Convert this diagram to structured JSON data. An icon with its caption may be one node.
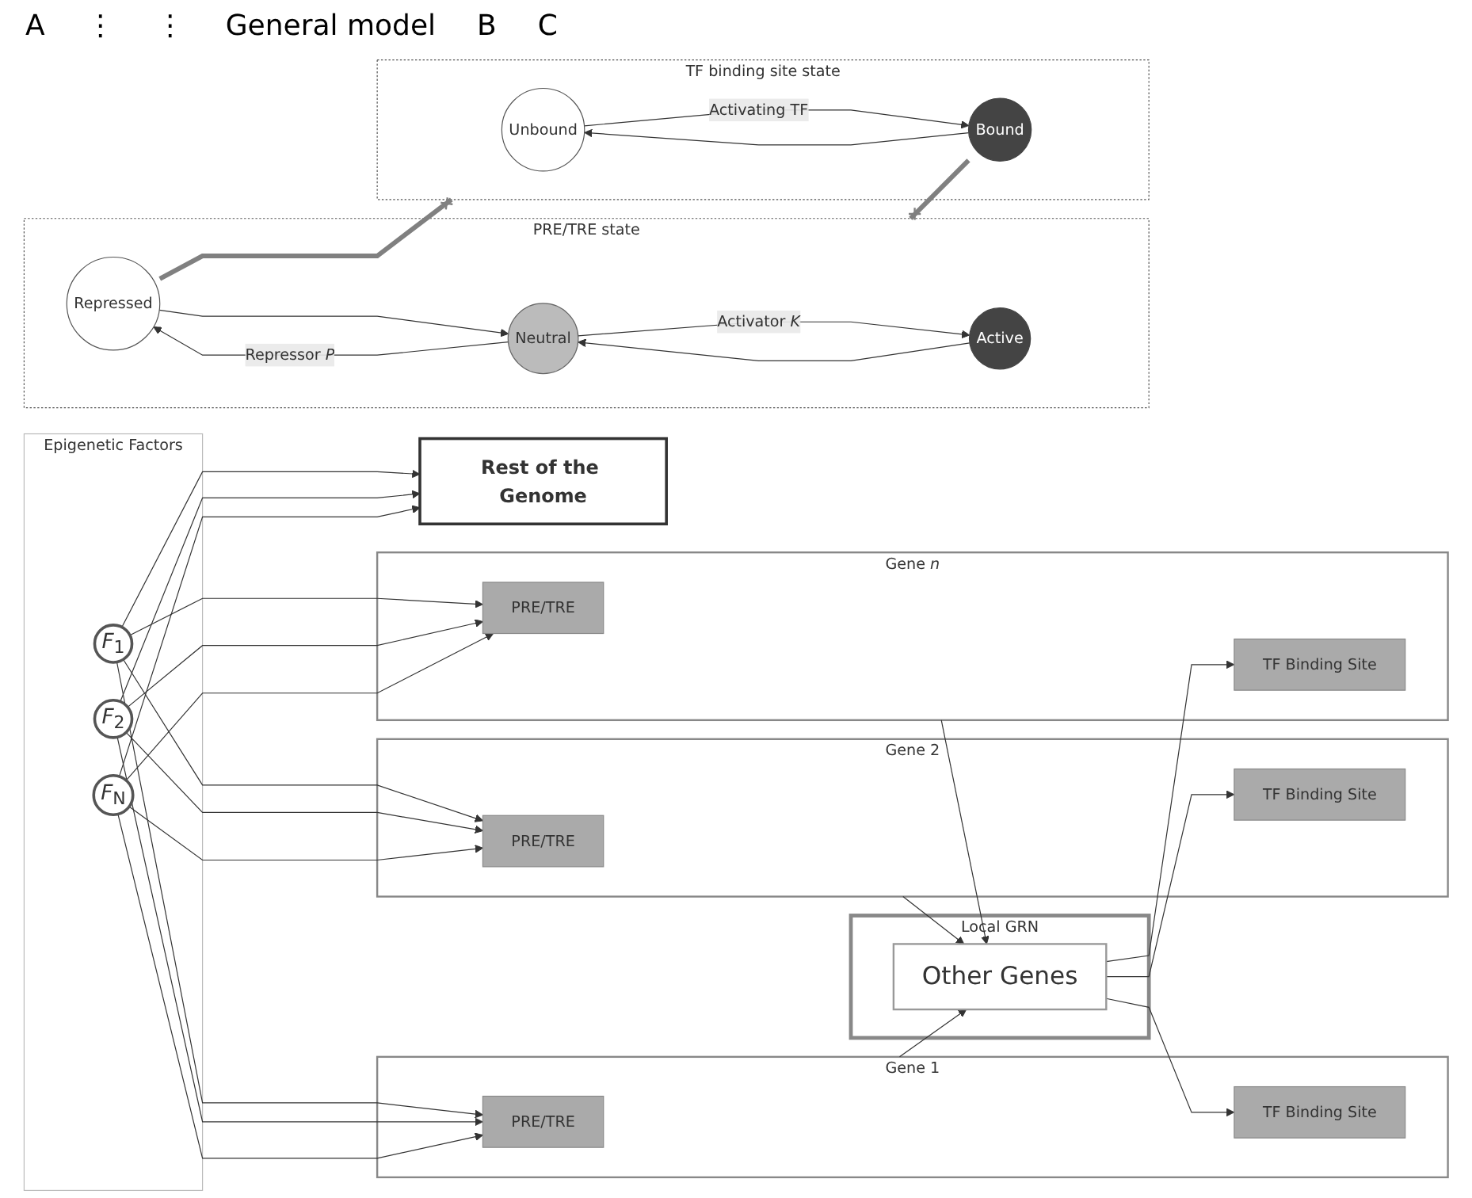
{
  "diagram": {
    "nodes": [
      {
        "text": [
          "Rest of the Genome"
        ]
      },
      {
        "text": [
          "Epigenetic Factors"
        ]
      },
      {
        "text": [
          "*F*$_{1}$"
        ],
        "in": 1
      },
      {
        "text": [
          "*F*$_{2}$"
        ],
        "in": 1
      },
      {
        "text": [
          "*F*$_{N}$"
        ],
        "in": 1
      },
      {
        "text": [
          "Local GRN"
        ]
      },
      {
        "text": [
          "Gene 1"
        ]
      },
      {
        "text": [
          "PRE/TRE"
        ],
        "in": 6
      },
      {
        "text": [
          "TF Binding Site"
        ],
        "in": 6
      },
      {
        "text": [
          "Gene 2"
        ]
      },
      {
        "text": [
          "PRE/TRE"
        ],
        "in": 9
      },
      {
        "text": [
          "TF Binding Site"
        ],
        "in": 9
      },
      {
        "text": [
          "Gene *n*"
        ]
      },
      {
        "text": [
          "PRE/TRE"
        ],
        "in": 12
      },
      {
        "text": [
          "TF Binding Site"
        ],
        "in": 12
      },
      {
        "text": [
          "Other Genes"
        ],
        "in": 5
      },
      {
        "text": [
          "PRE/TRE state"
        ]
      },
      {
        "text": [
          "Repressed"
        ],
        "in": 16
      },
      {
        "text": [
          "Neutral"
        ],
        "in": 16
      },
      {
        "text": [
          "Active"
        ],
        "in": 16
      },
      {
        "text": [
          "TF binding site state"
        ]
      },
      {
        "text": [
          "Unbound"
        ],
        "in": 20
      },
      {
        "text": [
          "Bound"
        ],
        "in": 20
      }
    ],
    "edges": [
      {
        "from": 2,
        "to": 0,
        "arrow": "to"
      },
      {
        "from": 3,
        "to": 0,
        "arrow": "to"
      },
      {
        "from": 4,
        "to": 0,
        "arrow": "to"
      },
      {
        "from": 2,
        "to": 7,
        "arrow": "to"
      },
      {
        "from": 2,
        "to": 10,
        "arrow": "to"
      },
      {
        "from": 2,
        "to": 13,
        "arrow": "to"
      },
      {
        "from": 3,
        "to": 7,
        "arrow": "to"
      },
      {
        "from": 3,
        "to": 10,
        "arrow": "to"
      },
      {
        "from": 3,
        "to": 13,
        "arrow": "to"
      },
      {
        "from": 4,
        "to": 7,
        "arrow": "to"
      },
      {
        "from": 4,
        "to": 10,
        "arrow": "to"
      },
      {
        "from": 4,
        "to": 13,
        "arrow": "to"
      },
      {
        "from": 15,
        "to": 8,
        "arrow": "to"
      },
      {
        "from": 15,
        "to": 11,
        "arrow": "to"
      },
      {
        "from": 15,
        "to": 14,
        "arrow": "to"
      },
      {
        "from": 6,
        "to": 15,
        "arrow": "to"
      },
      {
        "from": 9,
        "to": 15,
        "arrow": "to"
      },
      {
        "from": 12,
        "to": 15,
        "arrow": "to"
      },
      {
        "from": 17,
        "to": 18,
        "arrow": "to"
      },
      {
        "from": 18,
        "to": 19,
        "arrow": "to",
        "label": "Activator *K*"
      },
      {
        "from": 19,
        "to": 18,
        "arrow": "to"
      },
      {
        "from": 18,
        "to": 17,
        "arrow": "to",
        "label": "Repressor *P*"
      },
      {
        "from": 21,
        "to": 22,
        "arrow": "to",
        "label": "Activating TF"
      },
      {
        "from": 22,
        "to": 21,
        "arrow": "to"
      },
      {
        "from": 17,
        "to": 20,
        "arrow": "other",
        "style": "thick",
        "color": "#808080"
      },
      {
        "from": 22,
        "to": 16,
        "arrow": "other",
        "style": "thick",
        "color": "#808080"
      }
    ],
    "labels": [
      "A",
      "⋮",
      "⋮",
      "General model",
      "B",
      "C"
    ]
  }
}
